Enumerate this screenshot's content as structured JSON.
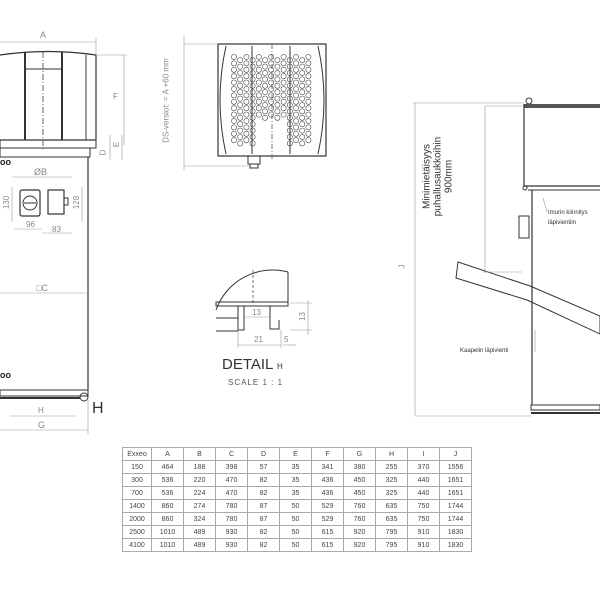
{
  "front_view": {
    "dim_labels": {
      "A": "A",
      "F": "F",
      "D": "D",
      "E": "E",
      "B": "ØB",
      "C": "□C",
      "H": "H",
      "G": "G"
    },
    "panel_dims": {
      "d130": "130",
      "d128": "128",
      "d96": "96",
      "d83": "83"
    },
    "corner_marker": "H"
  },
  "top_view": {
    "ds_note": "DS-versiot: = A +60 mm"
  },
  "detail": {
    "title": "DETAIL",
    "suffix": "H",
    "scale": "SCALE 1 : 1",
    "dims": {
      "d13a": "13",
      "d13b": "13",
      "d21": "21",
      "d5": "5"
    }
  },
  "side_view": {
    "min_distance": [
      "Minimietäisyys",
      "puhallusaukkoihin",
      "900mm"
    ],
    "imurin_note": [
      "Imurin kiinnitys",
      "läpivientiin"
    ],
    "kaapeli_note": "Kaapelin läpivienti",
    "dim_J": "J"
  },
  "table": {
    "headers": [
      "Exxeo",
      "A",
      "B",
      "C",
      "D",
      "E",
      "F",
      "G",
      "H",
      "I",
      "J"
    ],
    "rows": [
      [
        "150",
        "464",
        "188",
        "398",
        "57",
        "35",
        "341",
        "380",
        "255",
        "370",
        "1556"
      ],
      [
        "300",
        "536",
        "220",
        "470",
        "82",
        "35",
        "436",
        "450",
        "325",
        "440",
        "1651"
      ],
      [
        "700",
        "536",
        "224",
        "470",
        "82",
        "35",
        "436",
        "450",
        "325",
        "440",
        "1651"
      ],
      [
        "1400",
        "860",
        "274",
        "780",
        "87",
        "50",
        "529",
        "760",
        "635",
        "750",
        "1744"
      ],
      [
        "2000",
        "860",
        "324",
        "780",
        "87",
        "50",
        "529",
        "760",
        "635",
        "750",
        "1744"
      ],
      [
        "2500",
        "1010",
        "489",
        "930",
        "82",
        "50",
        "615",
        "920",
        "795",
        "910",
        "1830"
      ],
      [
        "4100",
        "1010",
        "489",
        "930",
        "82",
        "50",
        "615",
        "920",
        "795",
        "910",
        "1830"
      ]
    ]
  }
}
